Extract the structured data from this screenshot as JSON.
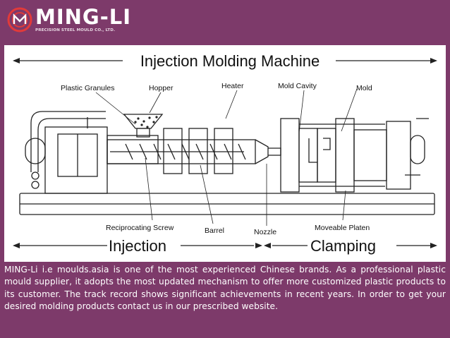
{
  "header": {
    "logo_name": "MING-LI",
    "logo_tagline": "PRECISION STEEL MOULD CO., LTD."
  },
  "diagram": {
    "title": "Injection Molding Machine",
    "labels": {
      "plastic_granules": "Plastic Granules",
      "hopper": "Hopper",
      "heater": "Heater",
      "mold_cavity": "Mold Cavity",
      "mold": "Mold",
      "reciprocating_screw": "Reciprocating Screw",
      "barrel": "Barrel",
      "nozzle": "Nozzle",
      "moveable_platen": "Moveable Platen"
    },
    "sections": {
      "injection": "Injection",
      "clamping": "Clamping"
    }
  },
  "caption": {
    "text": "MING-Li i.e moulds.asia is one of the most experienced Chinese brands. As a professional plastic mould supplier, it adopts the most updated mechanism to offer more customized plastic products to its customer. The track record shows significant achievements in recent years. In order to get your desired molding products contact us in our prescribed website."
  },
  "colors": {
    "background": "#7d3a6a",
    "diagram_bg": "#ffffff",
    "line": "#222222",
    "text_light": "#ffffff"
  }
}
